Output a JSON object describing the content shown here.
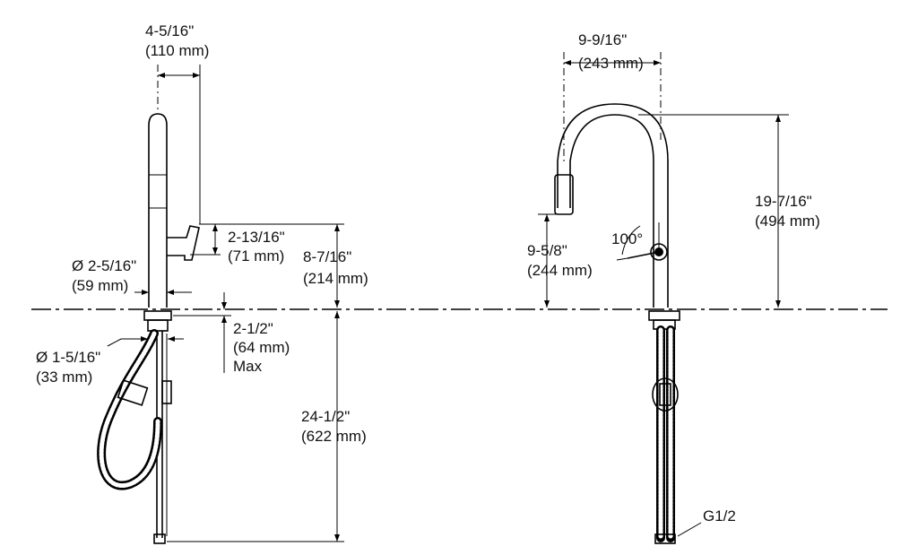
{
  "side_view": {
    "spout_offset": {
      "inch": "4-5/16\"",
      "mm": "(110 mm)"
    },
    "handle_height": {
      "inch": "2-13/16\"",
      "mm": "(71 mm)"
    },
    "handle_base_height": {
      "inch": "8-7/16\"",
      "mm": "(214 mm)"
    },
    "base_diameter": {
      "inch": "Ø 2-5/16\"",
      "mm": "(59 mm)"
    },
    "deck_thickness": {
      "inch": "2-1/2\"",
      "mm": "(64 mm)",
      "note": "Max"
    },
    "hole_diameter": {
      "inch": "Ø 1-5/16\"",
      "mm": "(33 mm)"
    },
    "below_deck": {
      "inch": "24-1/2\"",
      "mm": "(622 mm)"
    }
  },
  "front_view": {
    "spout_reach": {
      "inch": "9-9/16\"",
      "mm": "(243 mm)"
    },
    "overall_height": {
      "inch": "19-7/16\"",
      "mm": "(494 mm)"
    },
    "spray_height": {
      "inch": "9-5/8\"",
      "mm": "(244 mm)"
    },
    "handle_rotation": "100°",
    "connection": "G1/2"
  }
}
